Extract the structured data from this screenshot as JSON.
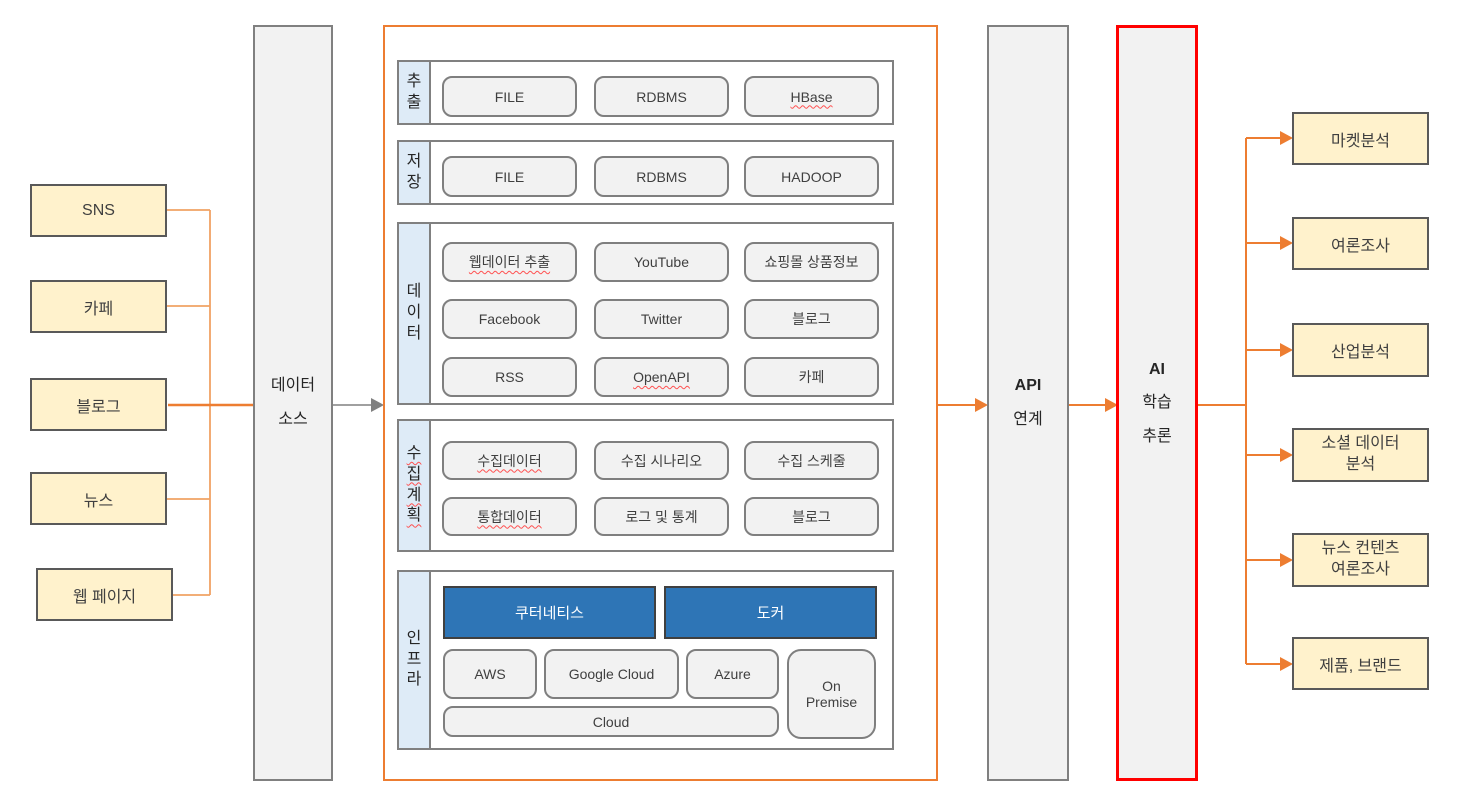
{
  "colors": {
    "accent_orange": "#ED7D31",
    "connector_light_orange": "#F0A264",
    "arrow_gray": "#808080",
    "yellow_box_fill": "#FFF2CC",
    "yellow_box_border": "#595959",
    "pillar_fill": "#F2F2F2",
    "pillar_border": "#808080",
    "ai_border_red": "#FF0000",
    "row_label_strip_blue": "#DEEBF7",
    "infra_blue_fill": "#2E75B6",
    "chip_fill": "#F2F2F2",
    "chip_border": "#7F7F7F"
  },
  "sources": {
    "items": [
      "SNS",
      "카페",
      "블로그",
      "뉴스",
      "웹 페이지"
    ]
  },
  "data_source": {
    "label": "데이터\n소스"
  },
  "pipeline": {
    "rows": [
      {
        "label": "추\n출",
        "items": [
          "FILE",
          "RDBMS",
          "HBase"
        ]
      },
      {
        "label": "저\n장",
        "items": [
          "FILE",
          "RDBMS",
          "HADOOP"
        ]
      },
      {
        "label": "데\n이\n터",
        "items": [
          "웹데이터 추출",
          "YouTube",
          "쇼핑몰 상품정보",
          "Facebook",
          "Twitter",
          "블로그",
          "RSS",
          "OpenAPI",
          "카페"
        ]
      },
      {
        "label": "수\n집\n계\n획",
        "items": [
          "수집데이터",
          "수집 시나리오",
          "수집 스케줄",
          "통합데이터",
          "로그 및 통계",
          "블로그"
        ]
      },
      {
        "label": "인\n프\n라",
        "items": [
          "쿠터네티스",
          "도커",
          "AWS",
          "Google Cloud",
          "Azure",
          "On\nPremise",
          "Cloud"
        ]
      }
    ]
  },
  "api_box": {
    "title": "API",
    "subtitle": "연계"
  },
  "ai_box": {
    "title": "AI",
    "lines": "학습\n추론"
  },
  "outputs": {
    "items": [
      "마켓분석",
      "여론조사",
      "산업분석",
      "소셜 데이터\n분석",
      "뉴스 컨텐츠\n여론조사",
      "제품, 브랜드"
    ]
  }
}
